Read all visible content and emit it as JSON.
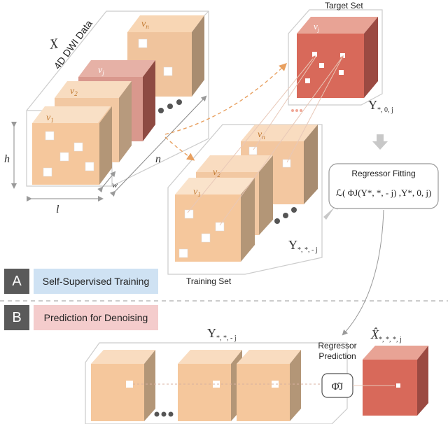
{
  "figure": {
    "data_label": "4D DWI Data",
    "x_symbol": "X",
    "volume_labels": [
      "v1",
      "v2",
      "vj",
      "vn"
    ],
    "dim_h": "h",
    "dim_l": "l",
    "dim_w": "w",
    "dim_n": "n",
    "target_set_title": "Target Set",
    "target_volume": "vj",
    "target_y": "Y*, 0, j",
    "training_set_title": "Training Set",
    "training_y": "Y*, *, - j",
    "regressor": {
      "title": "Regressor Fitting",
      "formula": "ℒ( ΦJ(Y*, *, - j) ,Y*, 0, j)"
    },
    "panel_a": {
      "tag": "A",
      "label": "Self-Supervised Training"
    },
    "panel_b": {
      "tag": "B",
      "label": "Prediction for Denoising"
    },
    "prediction": {
      "input_y": "Y*, *, - j",
      "regressor_label_1": "Regressor",
      "regressor_label_2": "Prediction",
      "phi_hat": "Φ̂J",
      "output_x": "X̂*, *, *, j"
    },
    "colors": {
      "light_orange": "#f5c79c",
      "mid_orange": "#e8ad7f",
      "dark_side": "#a88c70",
      "target_red": "#d8695a",
      "target_side": "#9b4a42",
      "vj_pink": "#d9988d",
      "box_blue": "#cfe2f3",
      "box_pink": "#f4cccc",
      "tag_grey": "#5a5a5a"
    }
  }
}
